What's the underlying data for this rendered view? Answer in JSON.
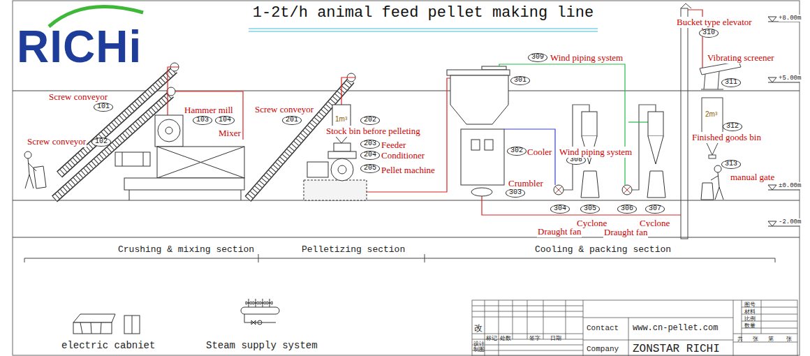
{
  "diagram": {
    "title": "1-2t/h animal feed pellet making line",
    "nodes": [
      {
        "text": [
          "101"
        ]
      },
      {
        "text": [
          "102"
        ]
      },
      {
        "text": [
          "103"
        ]
      },
      {
        "text": [
          "104"
        ]
      },
      {
        "text": [
          "201"
        ]
      },
      {
        "text": [
          "202"
        ]
      },
      {
        "text": [
          "203"
        ]
      },
      {
        "text": [
          "204"
        ]
      },
      {
        "text": [
          "205"
        ]
      },
      {
        "text": [
          "309"
        ]
      },
      {
        "text": [
          "301"
        ]
      },
      {
        "text": [
          "302"
        ]
      },
      {
        "text": [
          "308"
        ]
      },
      {
        "text": [
          "303"
        ]
      },
      {
        "text": [
          "304"
        ]
      },
      {
        "text": [
          "305"
        ]
      },
      {
        "text": [
          "306"
        ]
      },
      {
        "text": [
          "307"
        ]
      },
      {
        "text": [
          "310"
        ]
      },
      {
        "text": [
          "311"
        ]
      },
      {
        "text": [
          "312"
        ]
      },
      {
        "text": [
          "313"
        ]
      }
    ],
    "labels": [
      "RICHi",
      "Screw conveyor",
      "Screw conveyor",
      "Hammer mill",
      "Mixer",
      "Screw conveyor",
      "1m³",
      "Stock bin before pelleting",
      "Feeder",
      "Conditioner",
      "Pellet machine",
      "Wind piping system",
      "Cooler",
      "Wind piping system",
      "Crumbler",
      "Cyclone",
      "Draught fan",
      "Cyclone",
      "Draught fan",
      "Bucket type elevator",
      "Vibrating screener",
      "2m³",
      "Finished goods bin",
      "manual gate",
      "+8.00m",
      "+5.00m",
      "±0.00m",
      "-2.00m",
      "Crushing & mixing section",
      "Pelletizing section",
      "Cooling & packing section",
      "electric cabniet",
      "Steam supply system",
      "改",
      "标记",
      "处数",
      "签字",
      "日期",
      "设计",
      "制图",
      "Contact",
      "www.cn-pellet.com",
      "Company",
      "ZONSTAR RICHI",
      "图号",
      "材料",
      "比例",
      "数量",
      "共",
      "张",
      "第",
      "张"
    ]
  }
}
